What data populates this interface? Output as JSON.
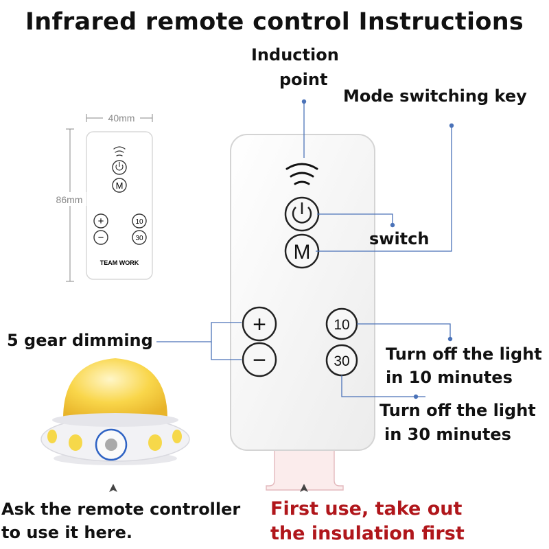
{
  "title": "Infrared remote control Instructions",
  "labels": {
    "induction_line1": "Induction",
    "induction_line2": "point",
    "mode_key": "Mode switching key",
    "switch": "switch",
    "dimming": "5 gear dimming",
    "off10_line1": "Turn off the light",
    "off10_line2": "in 10 minutes",
    "off30_line1": "Turn off the light",
    "off30_line2": "in 30 minutes",
    "ask_line1": "Ask the remote controller",
    "ask_line2": " to use it here.",
    "first_use_line1": "First use, take out",
    "first_use_line2": "the insulation first"
  },
  "dimensions": {
    "width": "40mm",
    "height": "86mm"
  },
  "small_remote": {
    "power": "⏻",
    "mode": "M",
    "plus": "+",
    "minus": "−",
    "t10": "10",
    "t30": "30",
    "brand": "TEAM WORK"
  },
  "big_remote": {
    "power": "⏻",
    "mode": "M",
    "plus": "+",
    "minus": "−",
    "t10": "10",
    "t30": "30"
  },
  "colors": {
    "accent_line": "#4a72b8",
    "warning_text": "#b0161b",
    "lamp_dome": "#f9d64a",
    "lamp_base": "#f2f2f5"
  }
}
